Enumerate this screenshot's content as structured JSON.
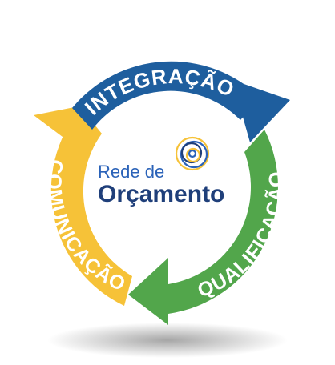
{
  "cycle": {
    "steps": [
      {
        "label": "INTEGRAÇÃO",
        "color": "#1e5e9e",
        "position": "top"
      },
      {
        "label": "QUALIFICAÇÃO",
        "color": "#52a64b",
        "position": "right-bottom"
      },
      {
        "label": "COMUNICAÇÃO",
        "color": "#f6c238",
        "position": "left"
      }
    ]
  },
  "logo": {
    "line1": "Rede de",
    "line2": "Orçamento",
    "text_color": "#1f3f7a",
    "accent_color": "#2a62b8",
    "ring_colors": [
      "#f6c238",
      "#2a62b8",
      "#1f3f7a"
    ]
  }
}
